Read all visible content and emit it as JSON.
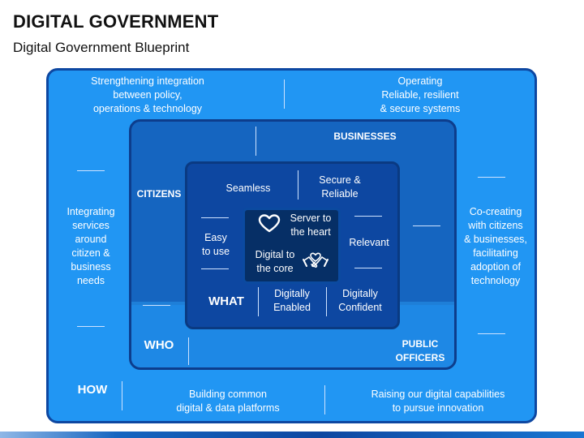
{
  "header": {
    "title": "DIGITAL GOVERNMENT",
    "subtitle": "Digital Government Blueprint"
  },
  "outer": {
    "top_left": "Strengthening integration\nbetween policy,\noperations & technology",
    "top_right": "Operating\nReliable, resilient\n& secure systems",
    "left": "Integrating\nservices\naround\ncitizen &\nbusiness\nneeds",
    "right": "Co-creating\nwith citizens\n& businesses,\nfacilitating\nadoption of\ntechnology",
    "label": "HOW",
    "bottom_left": "Building common\ndigital & data platforms",
    "bottom_right": "Raising our digital capabilities\nto pursue innovation"
  },
  "middle": {
    "businesses": "BUSINESSES",
    "citizens": "CITIZENS",
    "public_officers": "PUBLIC\nOFFICERS",
    "label": "WHO"
  },
  "inner": {
    "seamless": "Seamless",
    "secure": "Secure &\nReliable",
    "easy": "Easy\nto use",
    "relevant": "Relevant",
    "label": "WHAT",
    "enabled": "Digitally\nEnabled",
    "confident": "Digitally\nConfident"
  },
  "core": {
    "server": "Server to\nthe heart",
    "digital": "Digital to\nthe core",
    "icons": [
      "heart-icon",
      "handshake-heart-icon"
    ]
  },
  "colors": {
    "outer": "#2196f3",
    "middle": "#1565c0",
    "inner": "#0d47a1",
    "core": "#062f66"
  }
}
